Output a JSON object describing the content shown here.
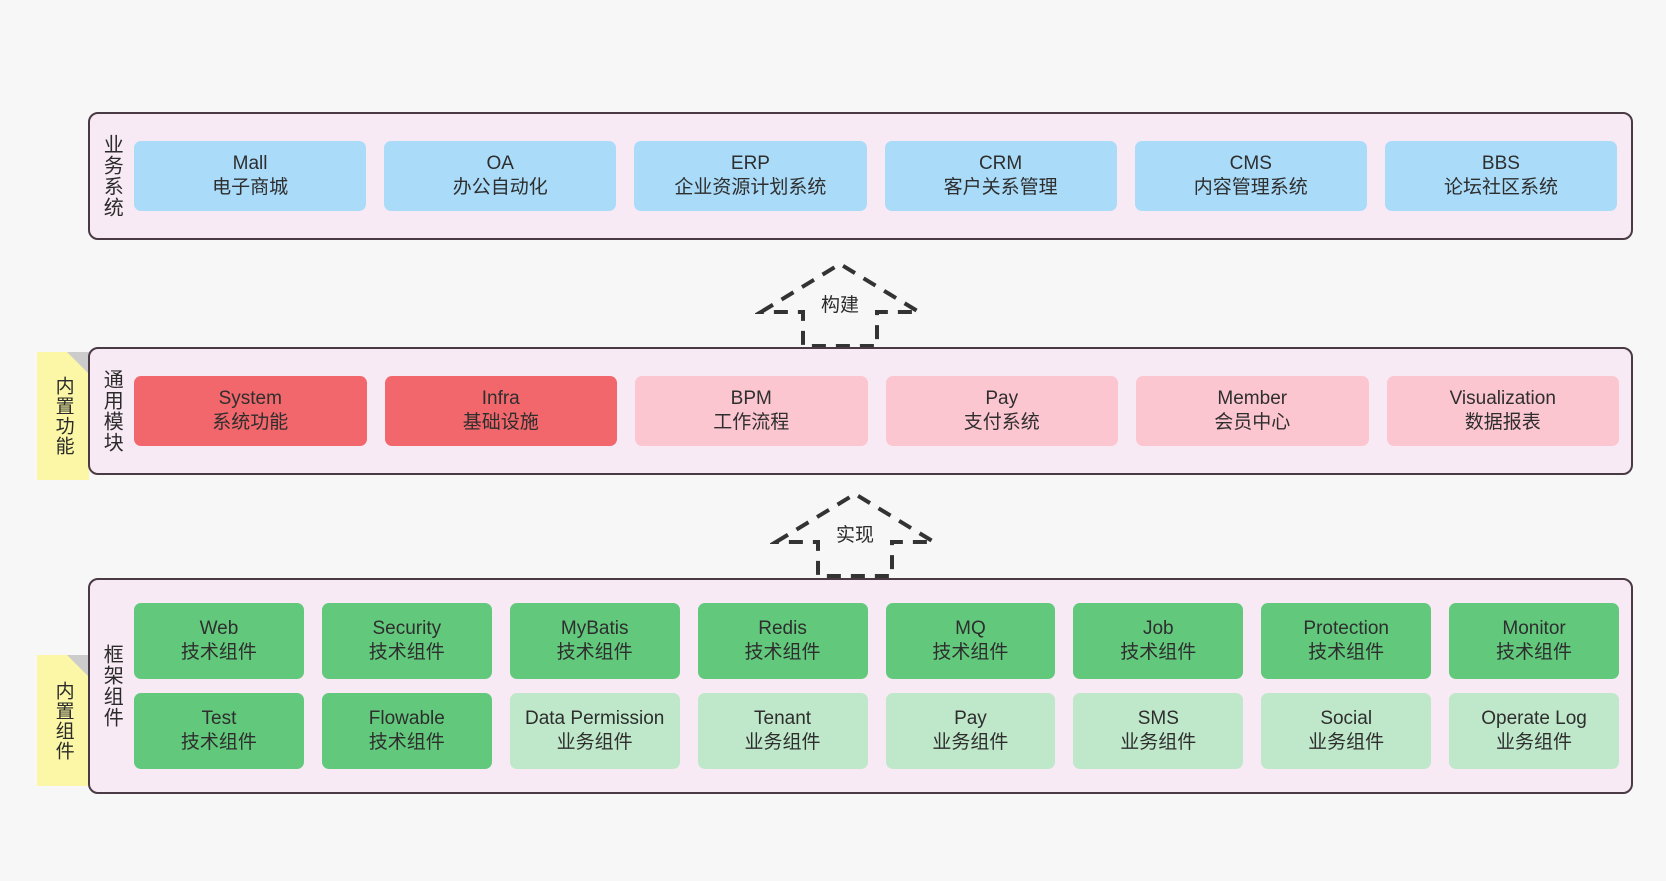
{
  "diagram": {
    "background_color": "#f7f7f7",
    "layer_fill": "#f8eaf4",
    "layer_border": "#4a3a44",
    "sticky_color": "#fbf7a6"
  },
  "layers": [
    {
      "id": "business",
      "title": "业务系统",
      "rows": [
        {
          "cards": [
            {
              "en": "Mall",
              "cn": "电子商城",
              "color": "#aadcfa"
            },
            {
              "en": "OA",
              "cn": "办公自动化",
              "color": "#aadcfa"
            },
            {
              "en": "ERP",
              "cn": "企业资源计划系统",
              "color": "#aadcfa"
            },
            {
              "en": "CRM",
              "cn": "客户关系管理",
              "color": "#aadcfa"
            },
            {
              "en": "CMS",
              "cn": "内容管理系统",
              "color": "#aadcfa"
            },
            {
              "en": "BBS",
              "cn": "论坛社区系统",
              "color": "#aadcfa"
            }
          ]
        }
      ]
    },
    {
      "id": "modules",
      "title": "通用模块",
      "sticky": "内置功能",
      "rows": [
        {
          "cards": [
            {
              "en": "System",
              "cn": "系统功能",
              "color": "#f2676b"
            },
            {
              "en": "Infra",
              "cn": "基础设施",
              "color": "#f2676b"
            },
            {
              "en": "BPM",
              "cn": "工作流程",
              "color": "#fcc6d0"
            },
            {
              "en": "Pay",
              "cn": "支付系统",
              "color": "#fcc6d0"
            },
            {
              "en": "Member",
              "cn": "会员中心",
              "color": "#fcc6d0"
            },
            {
              "en": "Visualization",
              "cn": "数据报表",
              "color": "#fcc6d0"
            }
          ]
        }
      ]
    },
    {
      "id": "framework",
      "title": "框架组件",
      "sticky": "内置组件",
      "rows": [
        {
          "cards": [
            {
              "en": "Web",
              "cn": "技术组件",
              "color": "#62c97c"
            },
            {
              "en": "Security",
              "cn": "技术组件",
              "color": "#62c97c"
            },
            {
              "en": "MyBatis",
              "cn": "技术组件",
              "color": "#62c97c"
            },
            {
              "en": "Redis",
              "cn": "技术组件",
              "color": "#62c97c"
            },
            {
              "en": "MQ",
              "cn": "技术组件",
              "color": "#62c97c"
            },
            {
              "en": "Job",
              "cn": "技术组件",
              "color": "#62c97c"
            },
            {
              "en": "Protection",
              "cn": "技术组件",
              "color": "#62c97c"
            },
            {
              "en": "Monitor",
              "cn": "技术组件",
              "color": "#62c97c"
            }
          ]
        },
        {
          "cards": [
            {
              "en": "Test",
              "cn": "技术组件",
              "color": "#62c97c"
            },
            {
              "en": "Flowable",
              "cn": "技术组件",
              "color": "#62c97c"
            },
            {
              "en": "Data Permission",
              "cn": "业务组件",
              "color": "#bfe8ca",
              "wrap": true
            },
            {
              "en": "Tenant",
              "cn": "业务组件",
              "color": "#bfe8ca"
            },
            {
              "en": "Pay",
              "cn": "业务组件",
              "color": "#bfe8ca"
            },
            {
              "en": "SMS",
              "cn": "业务组件",
              "color": "#bfe8ca"
            },
            {
              "en": "Social",
              "cn": "业务组件",
              "color": "#bfe8ca"
            },
            {
              "en": "Operate Log",
              "cn": "业务组件",
              "color": "#bfe8ca"
            }
          ]
        }
      ]
    }
  ],
  "arrows": [
    {
      "id": "build",
      "label": "构建"
    },
    {
      "id": "impl",
      "label": "实现"
    }
  ]
}
